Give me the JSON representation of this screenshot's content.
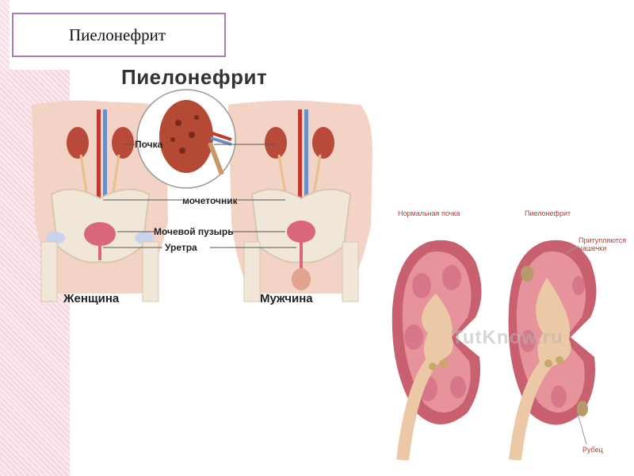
{
  "slide": {
    "title": "Пиелонефрит"
  },
  "figure1": {
    "heading": "Пиелонефрит",
    "labels": {
      "kidney": "Почка",
      "ureter": "мочеточник",
      "bladder": "Мочевой пузырь",
      "urethra": "Уретра",
      "female": "Женщина",
      "male": "Мужчина"
    }
  },
  "figure2": {
    "normal_caption": "Нормальная почка",
    "pyelo_caption": "Пиелонефрит",
    "calyces_label": "Притупляются чашечки",
    "scar_label": "Рубец",
    "watermark": "TutKnow.ru"
  },
  "colors": {
    "skin": "#f3d3c6",
    "kidney": "#b94a3a",
    "kidney_section": "#e6939b",
    "pelvis": "#e9c8a8",
    "frame": "#a77fb6"
  }
}
